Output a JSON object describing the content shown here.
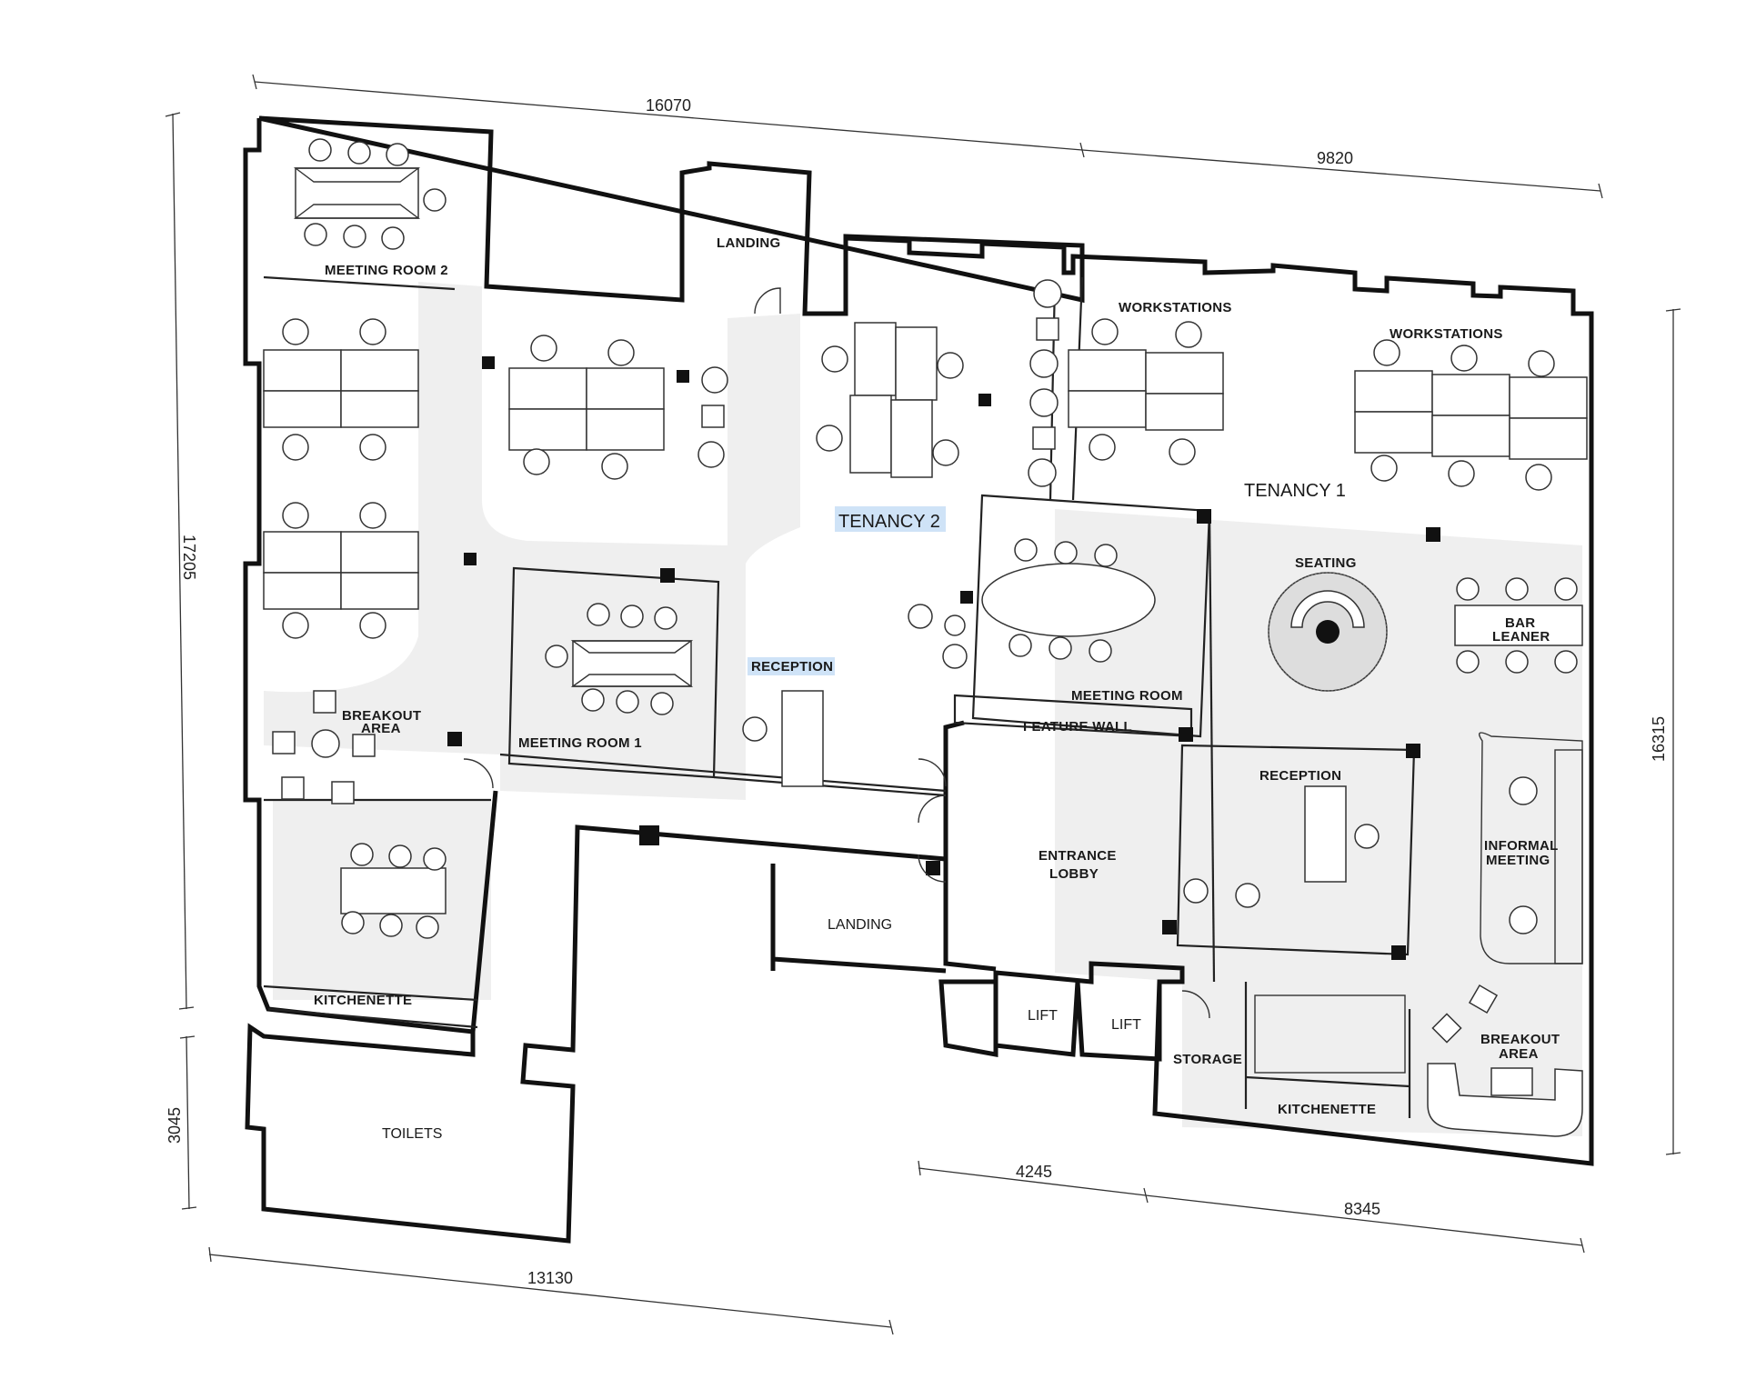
{
  "dimensions": {
    "top_left": "16070",
    "top_right": "9820",
    "left_upper": "17205",
    "left_lower": "3045",
    "right": "16315",
    "bottom_left": "13130",
    "bottom_mid": "4245",
    "bottom_right": "8345"
  },
  "tenancies": {
    "tenancy_1": "TENANCY 1",
    "tenancy_2": "TENANCY 2"
  },
  "rooms": {
    "meeting_room_2": "MEETING ROOM 2",
    "landing_top": "LANDING",
    "workstations_a": "WORKSTATIONS",
    "workstations_b": "WORKSTATIONS",
    "seating": "SEATING",
    "bar_leaner_1": "BAR",
    "bar_leaner_2": "LEANER",
    "meeting_room_1": "MEETING ROOM 1",
    "reception_t2": "RECEPTION",
    "meeting_room": "MEETING ROOM",
    "feature_wall": "FEATURE WALL",
    "breakout_left_1": "BREAKOUT",
    "breakout_left_2": "AREA",
    "reception_t1": "RECEPTION",
    "informal_1": "INFORMAL",
    "informal_2": "MEETING",
    "entrance_1": "ENTRANCE",
    "entrance_2": "LOBBY",
    "landing_mid": "LANDING",
    "kitchenette_left": "KITCHENETTE",
    "lift_1": "LIFT",
    "lift_2": "LIFT",
    "storage": "STORAGE",
    "breakout_right_1": "BREAKOUT",
    "breakout_right_2": "AREA",
    "kitchenette_right": "KITCHENETTE",
    "toilets": "TOILETS"
  },
  "colors": {
    "walls": "#111111",
    "floor_tint": "#efefef",
    "tenancy_highlight": "#cfe3f7"
  }
}
